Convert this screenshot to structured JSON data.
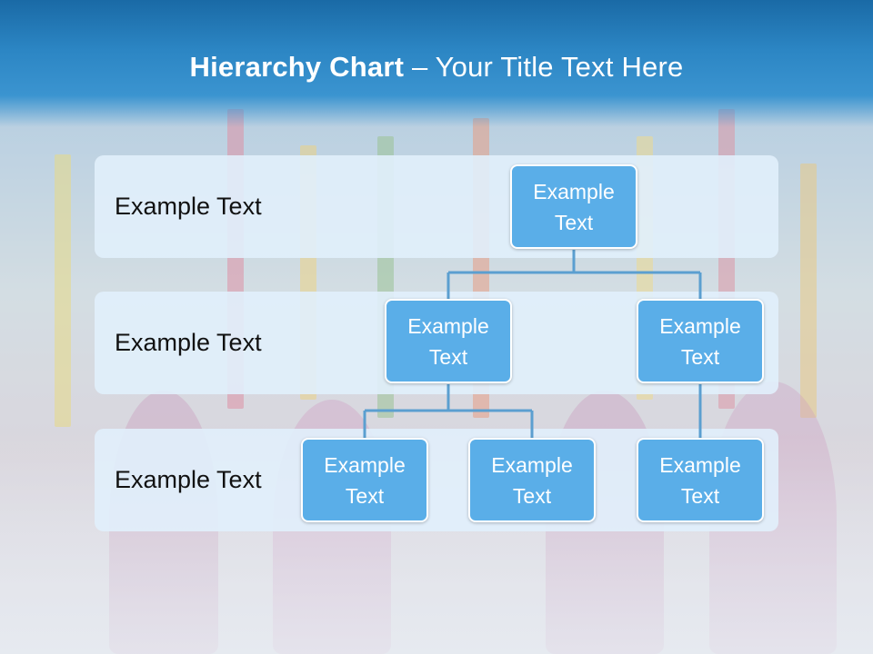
{
  "title": {
    "bold": "Hierarchy Chart",
    "regular": " – Your Title Text Here"
  },
  "rows": [
    {
      "label": "Example Text"
    },
    {
      "label": "Example Text"
    },
    {
      "label": "Example Text"
    }
  ],
  "nodes": {
    "root": "Example Text",
    "mid_left": "Example Text",
    "mid_right": "Example Text",
    "leaf_1": "Example Text",
    "leaf_2": "Example Text",
    "leaf_3": "Example Text"
  },
  "colors": {
    "title_band": "#2c86c4",
    "node_fill": "#5aaee8",
    "connector": "#5b9fd0",
    "row_fill": "#e1f0fc"
  }
}
